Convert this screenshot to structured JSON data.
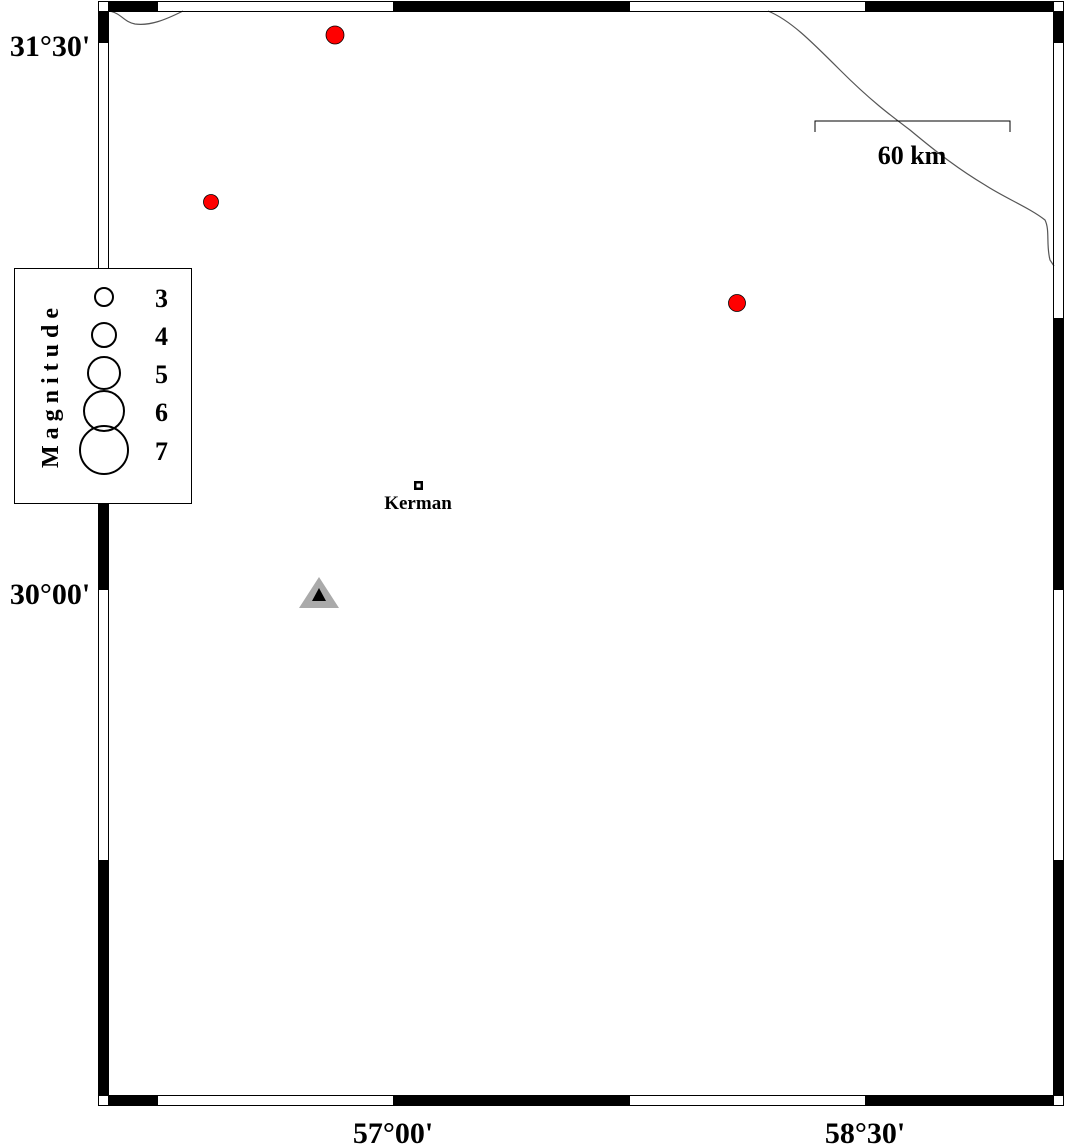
{
  "axes": {
    "lat_labels": [
      "31°30'",
      "30°00'"
    ],
    "lon_labels": [
      "57°00'",
      "58°30'"
    ]
  },
  "scale_bar": {
    "label": "60 km"
  },
  "city": {
    "name": "Kerman"
  },
  "legend": {
    "title": "Magnitude",
    "items": [
      "3",
      "4",
      "5",
      "6",
      "7"
    ]
  },
  "colors": {
    "event": "#ff0000",
    "station": "#aaaaaa",
    "coast": "#555555"
  }
}
